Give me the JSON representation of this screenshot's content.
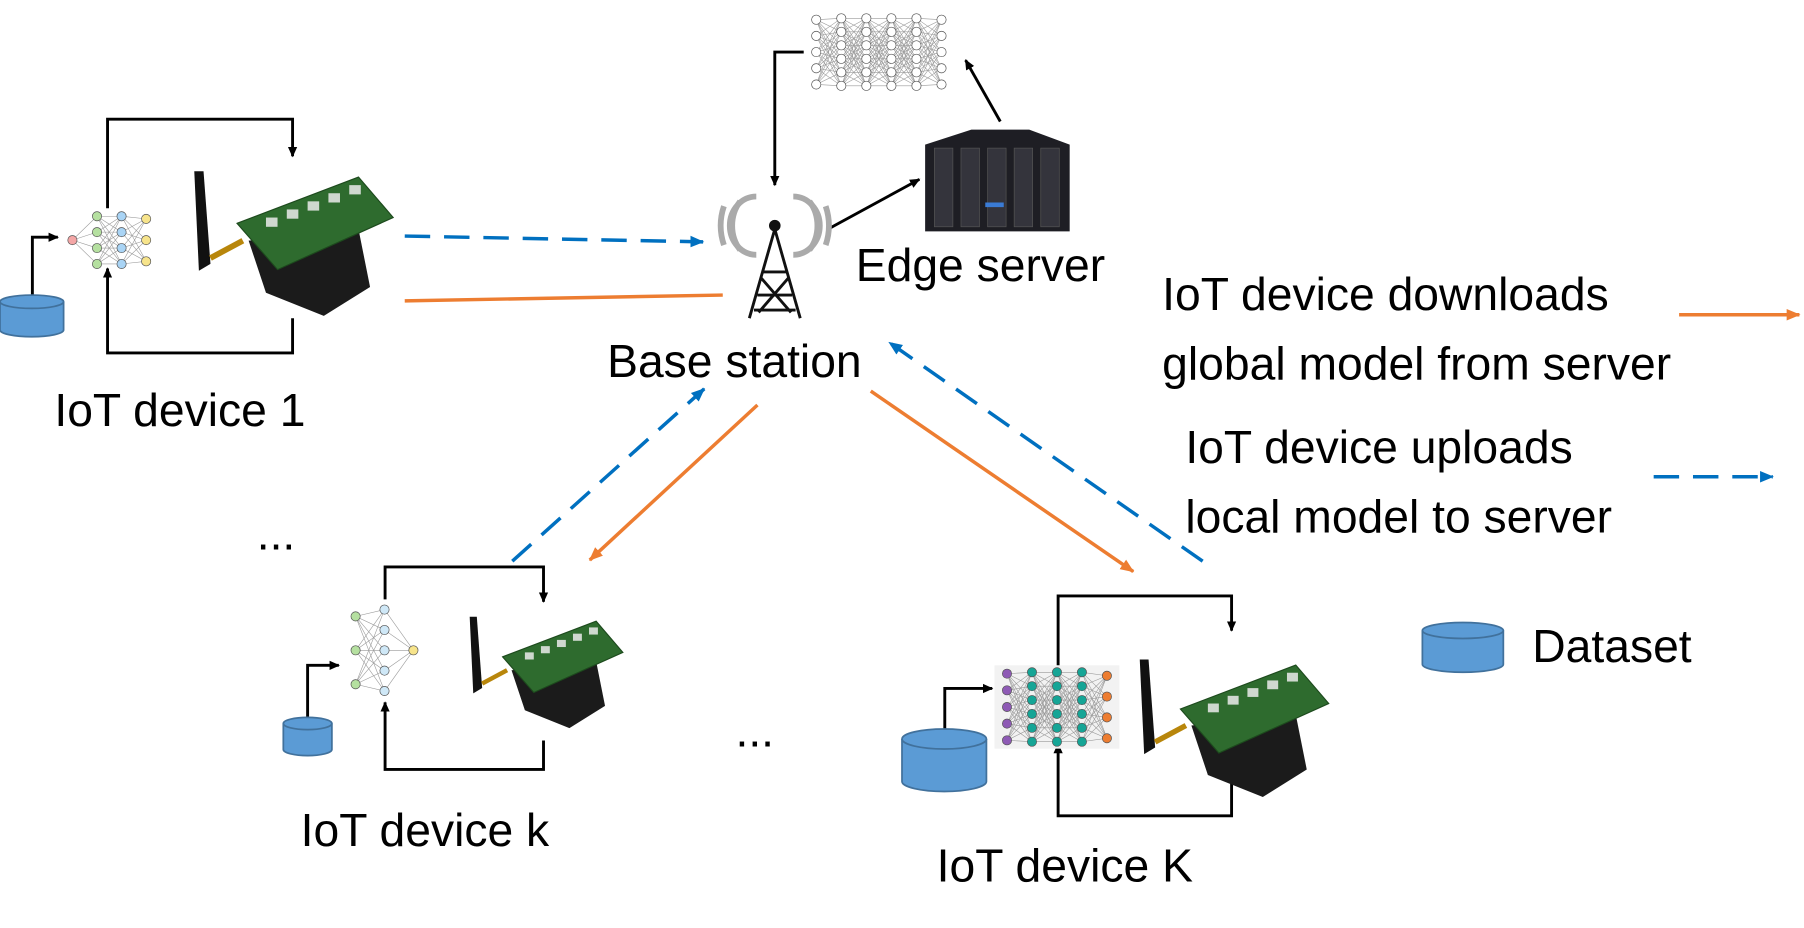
{
  "labels": {
    "device_1": "IoT device 1",
    "device_k": "IoT device k",
    "device_K": "IoT device K",
    "base_station": "Base station",
    "edge_server": "Edge server",
    "ellipsis": "..."
  },
  "legend": {
    "download_line1": "IoT device downloads",
    "download_line2": "global model from server",
    "upload_line1": "IoT device uploads",
    "upload_line2": "local model to server",
    "dataset": "Dataset"
  },
  "colors": {
    "download": "#ed7d31",
    "upload": "#0070c0",
    "dataset": "#5b9bd5",
    "loop": "#000000"
  },
  "icons": [
    "database-icon",
    "neural-network-icon",
    "iot-board-icon",
    "antenna-tower-icon",
    "server-rack-icon"
  ]
}
